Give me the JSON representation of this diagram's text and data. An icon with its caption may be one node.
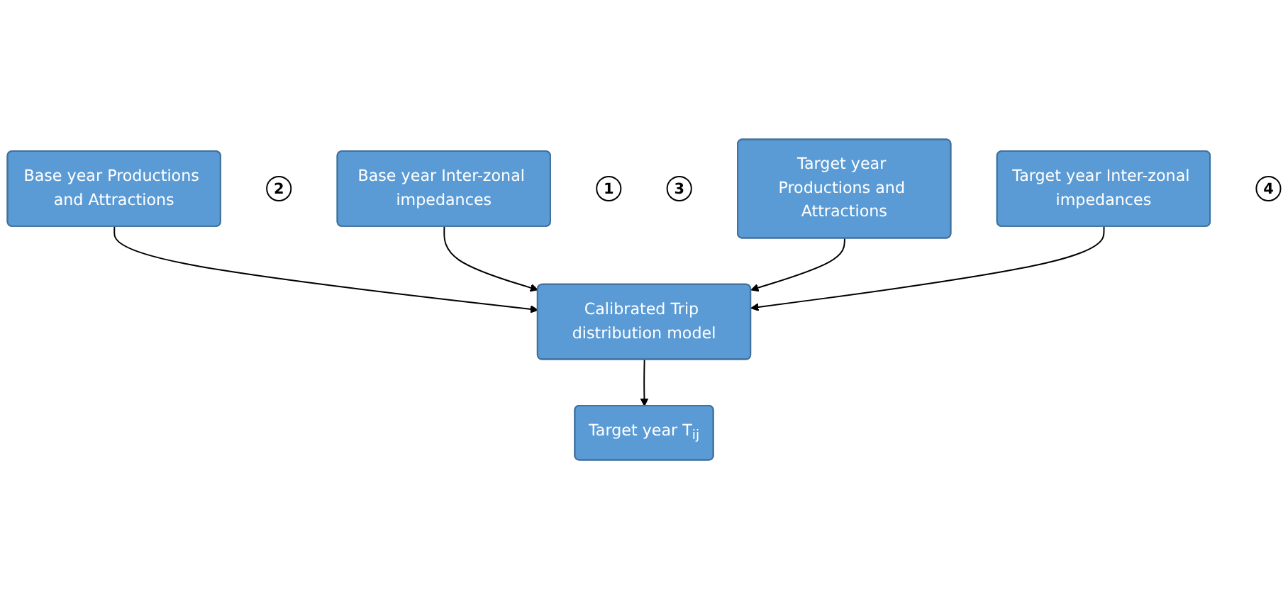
{
  "diagram": {
    "nodes": [
      {
        "text": [
          "Base year Productions and Attractions"
        ]
      },
      {
        "text": [
          "2"
        ]
      },
      {
        "text": [
          "Target year Productions and Attractions"
        ]
      },
      {
        "text": [
          "1"
        ]
      },
      {
        "text": [
          "Calibrated Trip distribution model"
        ]
      },
      {
        "text": [
          "3"
        ]
      },
      {
        "text": [
          "Base year Inter-zonal impedances"
        ]
      },
      {
        "text": [
          "Target year Inter-zonal impedances"
        ]
      },
      {
        "text": [
          "Target year T$_{ij}$"
        ]
      },
      {
        "text": [
          "4"
        ]
      }
    ],
    "edges": [
      {
        "from": 0,
        "to": 4,
        "arrow": "to"
      },
      {
        "from": 6,
        "to": 4,
        "arrow": "to"
      },
      {
        "from": 2,
        "to": 4,
        "arrow": "to"
      },
      {
        "from": 7,
        "to": 4,
        "arrow": "to"
      },
      {
        "from": 4,
        "to": 8,
        "arrow": "to"
      }
    ]
  }
}
